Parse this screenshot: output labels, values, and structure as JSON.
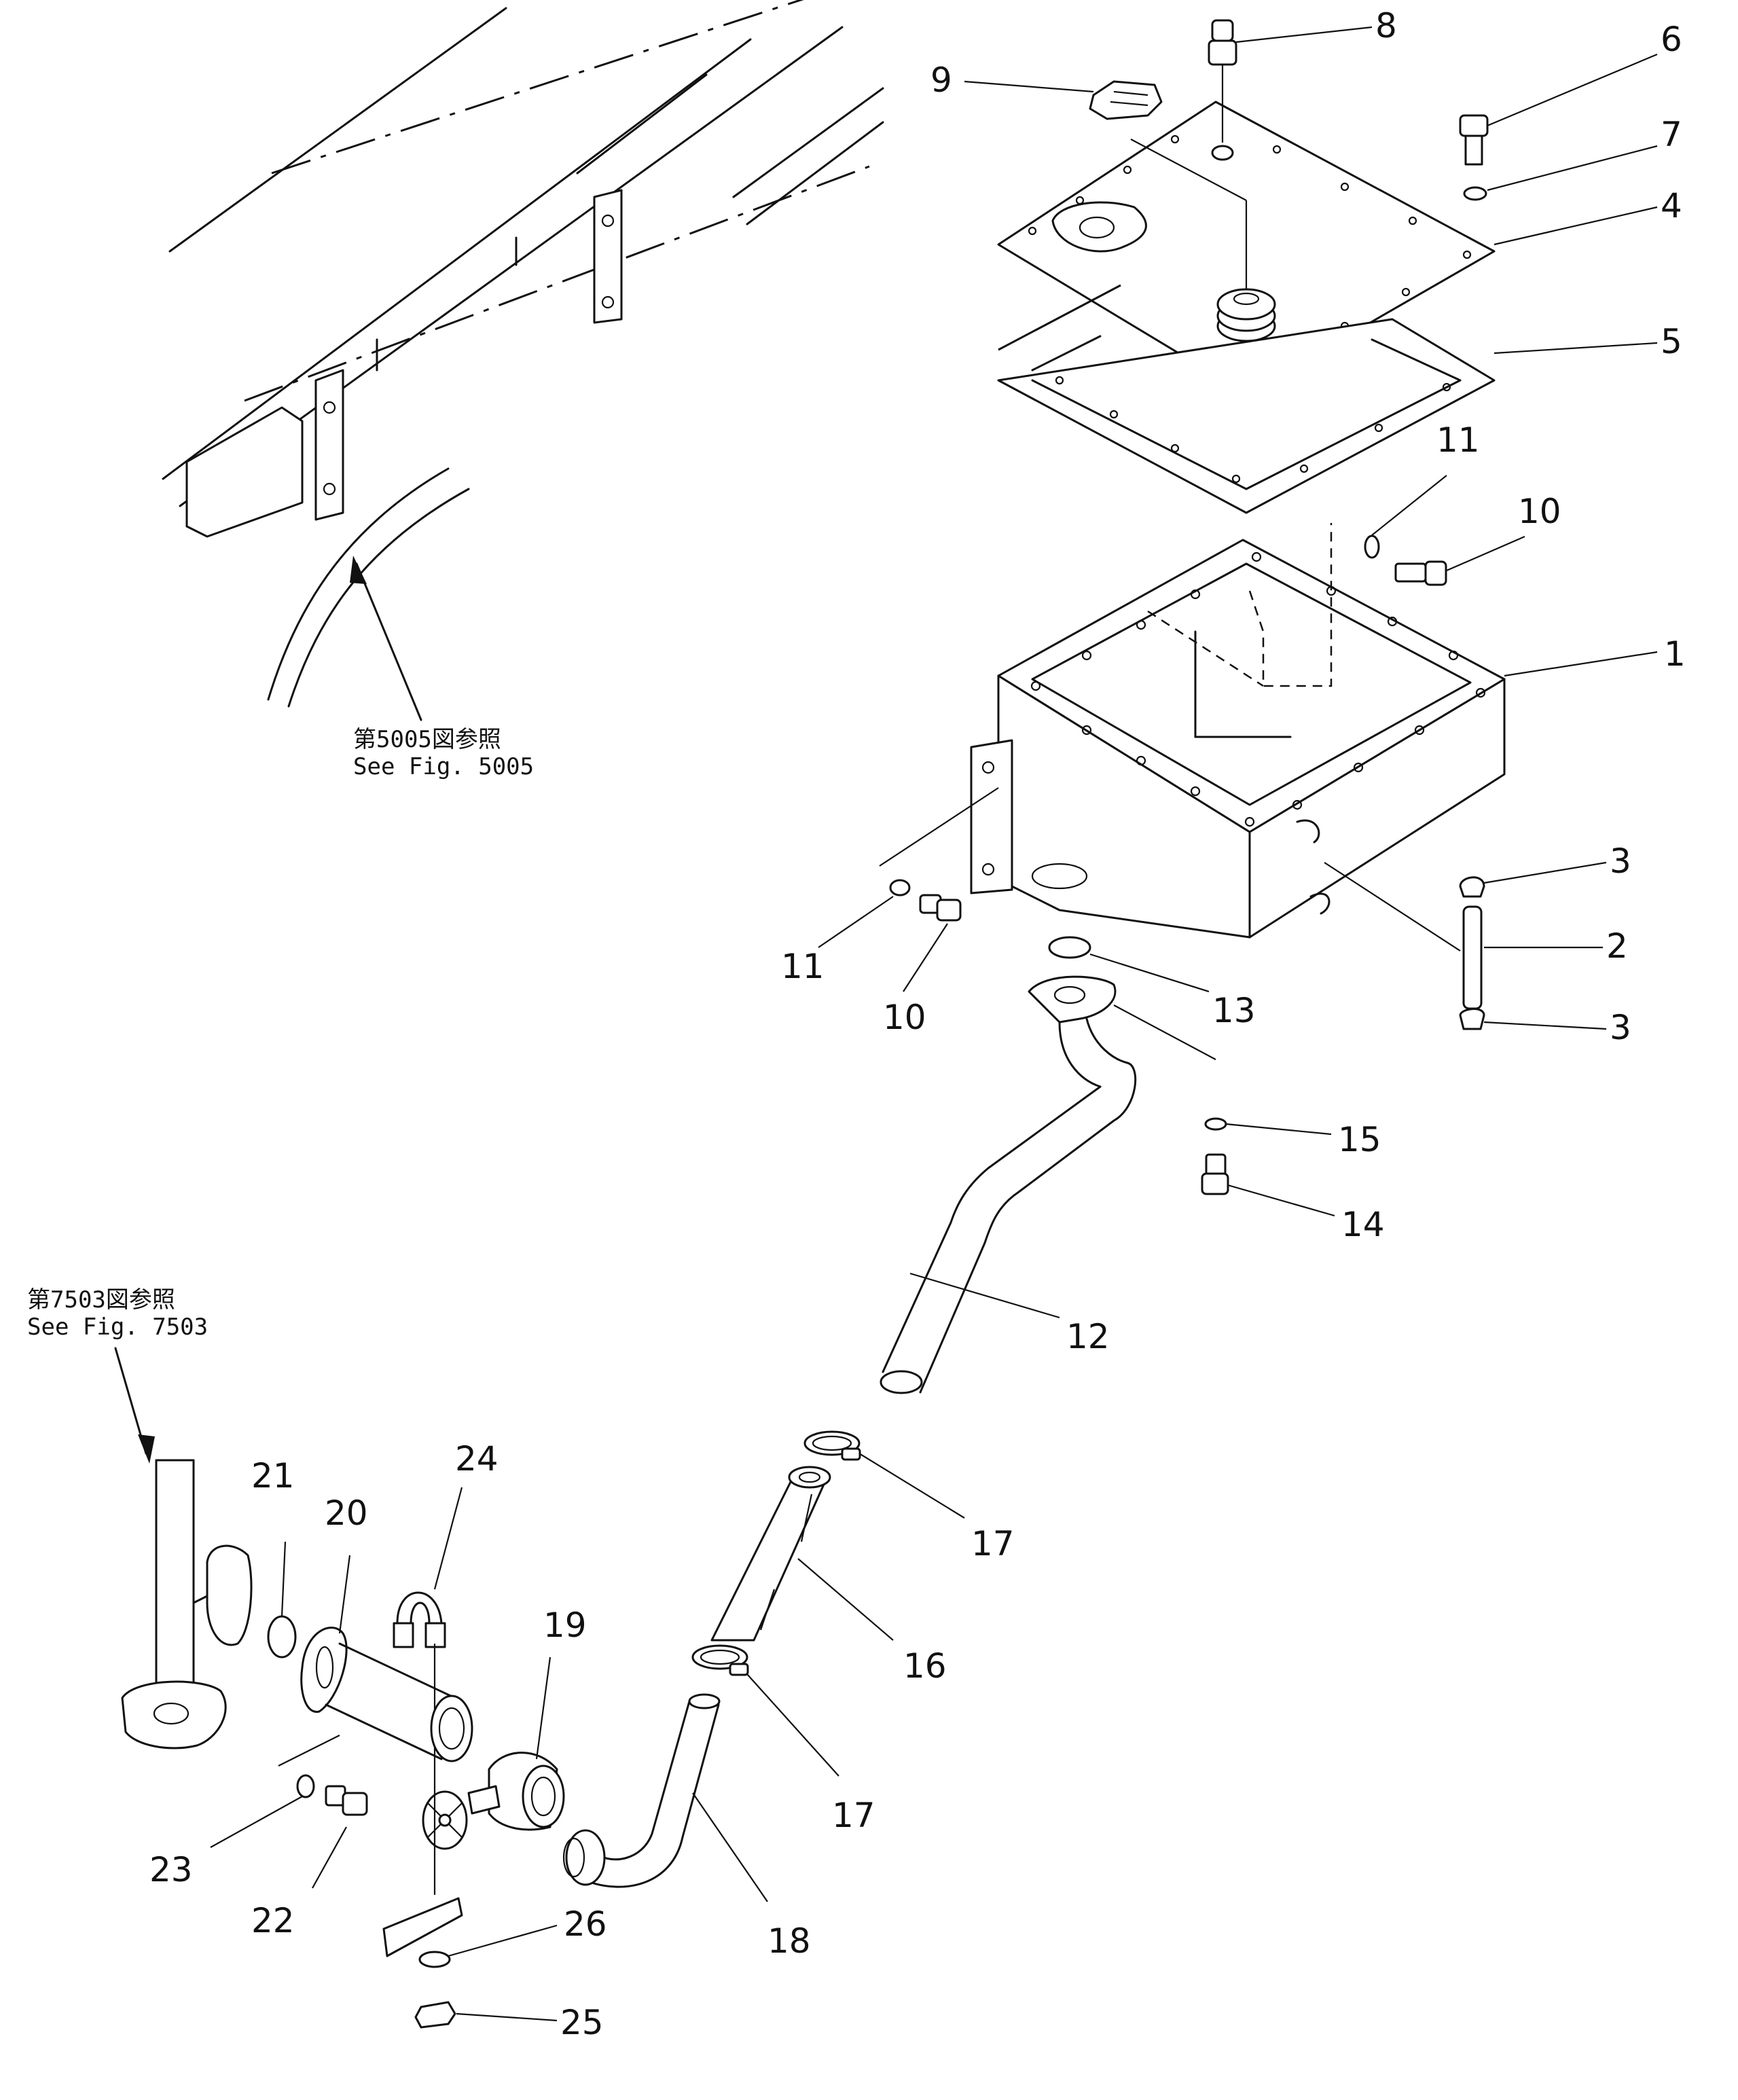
{
  "references": [
    {
      "jp": "第5005図参照",
      "en": "See  Fig.  5005"
    },
    {
      "jp": "第7503図参照",
      "en": "See  Fig.  7503"
    }
  ],
  "callouts": [
    "1",
    "2",
    "3",
    "3",
    "4",
    "5",
    "6",
    "7",
    "8",
    "9",
    "10",
    "10",
    "11",
    "11",
    "12",
    "13",
    "14",
    "15",
    "16",
    "17",
    "17",
    "18",
    "19",
    "20",
    "21",
    "22",
    "23",
    "24",
    "25",
    "26"
  ]
}
